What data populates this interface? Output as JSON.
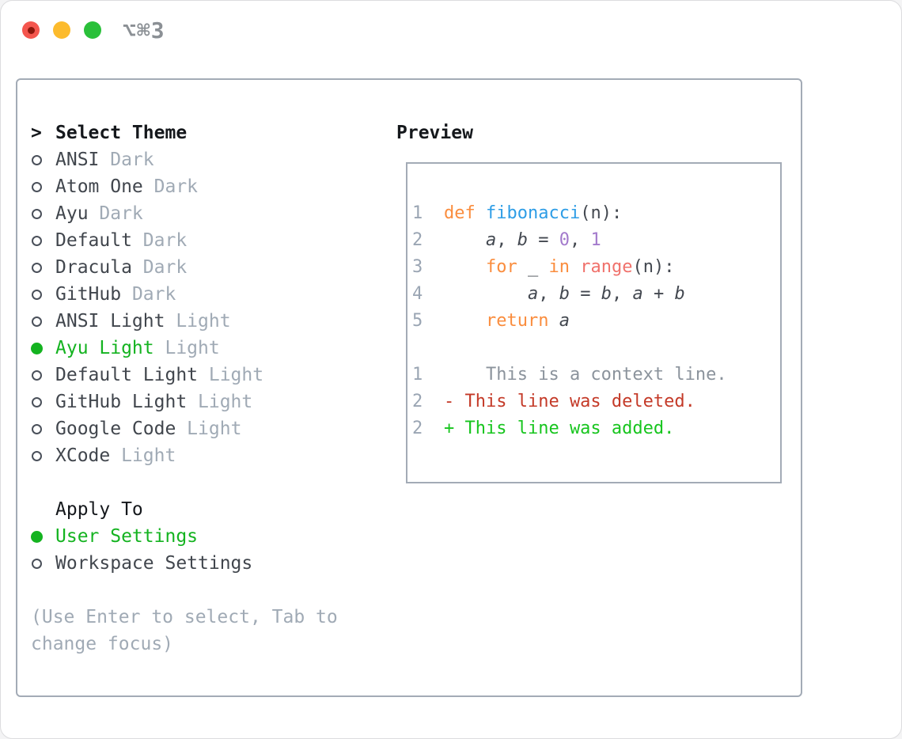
{
  "colors": {
    "light_red": "#f4564e",
    "light_red_dot": "#8c170c",
    "light_yellow": "#fcbb2d",
    "light_green": "#2ac03a",
    "title_gray": "#8b9095",
    "border": "#a3abb6",
    "heading": "#15181c",
    "text": "#41464d",
    "muted": "#a0aab5",
    "green": "#14b320",
    "linenum": "#9aa5b3",
    "code_text": "#434850",
    "keyword": "#fa8d3e",
    "function": "#2e9de6",
    "constant": "#a37acc",
    "builtin": "#f0716b",
    "context": "#8b939c",
    "deleted": "#c43a28",
    "added": "#17c51e"
  },
  "window": {
    "title": "⌥⌘3"
  },
  "picker": {
    "header_marker": ">",
    "header_label": "Select Theme",
    "themes": [
      {
        "name": "ANSI",
        "variant": "Dark",
        "selected": false
      },
      {
        "name": "Atom One",
        "variant": "Dark",
        "selected": false
      },
      {
        "name": "Ayu",
        "variant": "Dark",
        "selected": false
      },
      {
        "name": "Default",
        "variant": "Dark",
        "selected": false
      },
      {
        "name": "Dracula",
        "variant": "Dark",
        "selected": false
      },
      {
        "name": "GitHub",
        "variant": "Dark",
        "selected": false
      },
      {
        "name": "ANSI Light",
        "variant": "Light",
        "selected": false
      },
      {
        "name": "Ayu Light",
        "variant": "Light",
        "selected": true
      },
      {
        "name": "Default Light",
        "variant": "Light",
        "selected": false
      },
      {
        "name": "GitHub Light",
        "variant": "Light",
        "selected": false
      },
      {
        "name": "Google Code",
        "variant": "Light",
        "selected": false
      },
      {
        "name": "XCode",
        "variant": "Light",
        "selected": false
      }
    ]
  },
  "apply_to": {
    "label": "Apply To",
    "options": [
      {
        "label": "User Settings",
        "selected": true
      },
      {
        "label": "Workspace Settings",
        "selected": false
      }
    ]
  },
  "hint_lines": [
    "(Use Enter to select, Tab to",
    "change focus)"
  ],
  "preview": {
    "header": "Preview",
    "lines": [
      {
        "num": "1",
        "tokens": [
          {
            "t": "def",
            "c": "keyword"
          },
          {
            "t": " ",
            "c": "plain"
          },
          {
            "t": "fibonacci",
            "c": "function"
          },
          {
            "t": "(n):",
            "c": "plain"
          }
        ]
      },
      {
        "num": "2",
        "tokens": [
          {
            "t": "    ",
            "c": "plain"
          },
          {
            "t": "a",
            "c": "variable"
          },
          {
            "t": ", ",
            "c": "plain"
          },
          {
            "t": "b",
            "c": "variable"
          },
          {
            "t": " = ",
            "c": "plain"
          },
          {
            "t": "0",
            "c": "constant"
          },
          {
            "t": ", ",
            "c": "plain"
          },
          {
            "t": "1",
            "c": "constant"
          }
        ]
      },
      {
        "num": "3",
        "tokens": [
          {
            "t": "    ",
            "c": "plain"
          },
          {
            "t": "for",
            "c": "keyword"
          },
          {
            "t": " _ ",
            "c": "plain"
          },
          {
            "t": "in",
            "c": "keyword"
          },
          {
            "t": " ",
            "c": "plain"
          },
          {
            "t": "range",
            "c": "builtin"
          },
          {
            "t": "(n):",
            "c": "plain"
          }
        ]
      },
      {
        "num": "4",
        "tokens": [
          {
            "t": "        ",
            "c": "plain"
          },
          {
            "t": "a",
            "c": "variable"
          },
          {
            "t": ", ",
            "c": "plain"
          },
          {
            "t": "b",
            "c": "variable"
          },
          {
            "t": " = ",
            "c": "plain"
          },
          {
            "t": "b",
            "c": "variable"
          },
          {
            "t": ", ",
            "c": "plain"
          },
          {
            "t": "a",
            "c": "variable"
          },
          {
            "t": " + ",
            "c": "plain"
          },
          {
            "t": "b",
            "c": "variable"
          }
        ]
      },
      {
        "num": "5",
        "tokens": [
          {
            "t": "    ",
            "c": "plain"
          },
          {
            "t": "return",
            "c": "keyword"
          },
          {
            "t": " ",
            "c": "plain"
          },
          {
            "t": "a",
            "c": "variable"
          }
        ]
      },
      {
        "num": "",
        "tokens": []
      },
      {
        "num": "1",
        "tokens": [
          {
            "t": "    ",
            "c": "plain"
          },
          {
            "t": "This is a context line.",
            "c": "context"
          }
        ]
      },
      {
        "num": "2",
        "tokens": [
          {
            "t": "- This line was deleted.",
            "c": "deleted"
          }
        ]
      },
      {
        "num": "2",
        "tokens": [
          {
            "t": "+ This line was added.",
            "c": "added"
          }
        ]
      }
    ]
  }
}
